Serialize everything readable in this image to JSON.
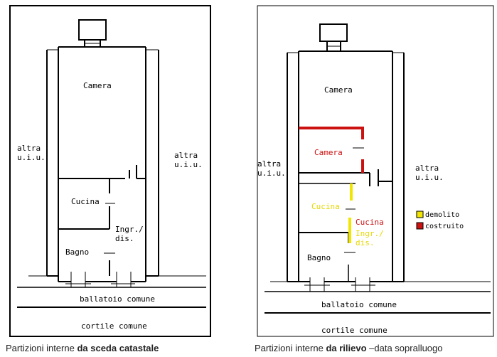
{
  "left_plan": {
    "labels": {
      "camera": "Camera",
      "cucina": "Cucina",
      "ingresso_line1": "Ingr./",
      "ingresso_line2": "dis.",
      "bagno": "Bagno",
      "altra_left_1": "altra",
      "altra_left_2": "u.i.u.",
      "altra_right_1": "altra",
      "altra_right_2": "u.i.u.",
      "ballatoio": "ballatoio comune",
      "cortile": "cortile comune"
    },
    "caption": {
      "prefix": "Partizioni interne ",
      "bold": "da sceda catastale"
    }
  },
  "right_plan": {
    "labels": {
      "camera": "Camera",
      "camera_red": "Camera",
      "cucina_yellow": "Cucina",
      "cucina_red": "Cucina",
      "ingresso_line1": "Ingr./",
      "ingresso_line2": "dis.",
      "bagno": "Bagno",
      "altra_left_1": "altra",
      "altra_left_2": "u.i.u.",
      "altra_right_1": "altra",
      "altra_right_2": "u.i.u.",
      "ballatoio": "ballatoio comune",
      "cortile": "cortile comune"
    },
    "legend": {
      "demolito": "demolito",
      "costruito": "costruito"
    },
    "caption": {
      "prefix": "Partizioni interne ",
      "bold": "da rilievo",
      "suffix": " –data sopralluogo"
    }
  },
  "colors": {
    "demolito": "#f2e600",
    "costruito": "#cc1111",
    "wall": "#000000"
  }
}
